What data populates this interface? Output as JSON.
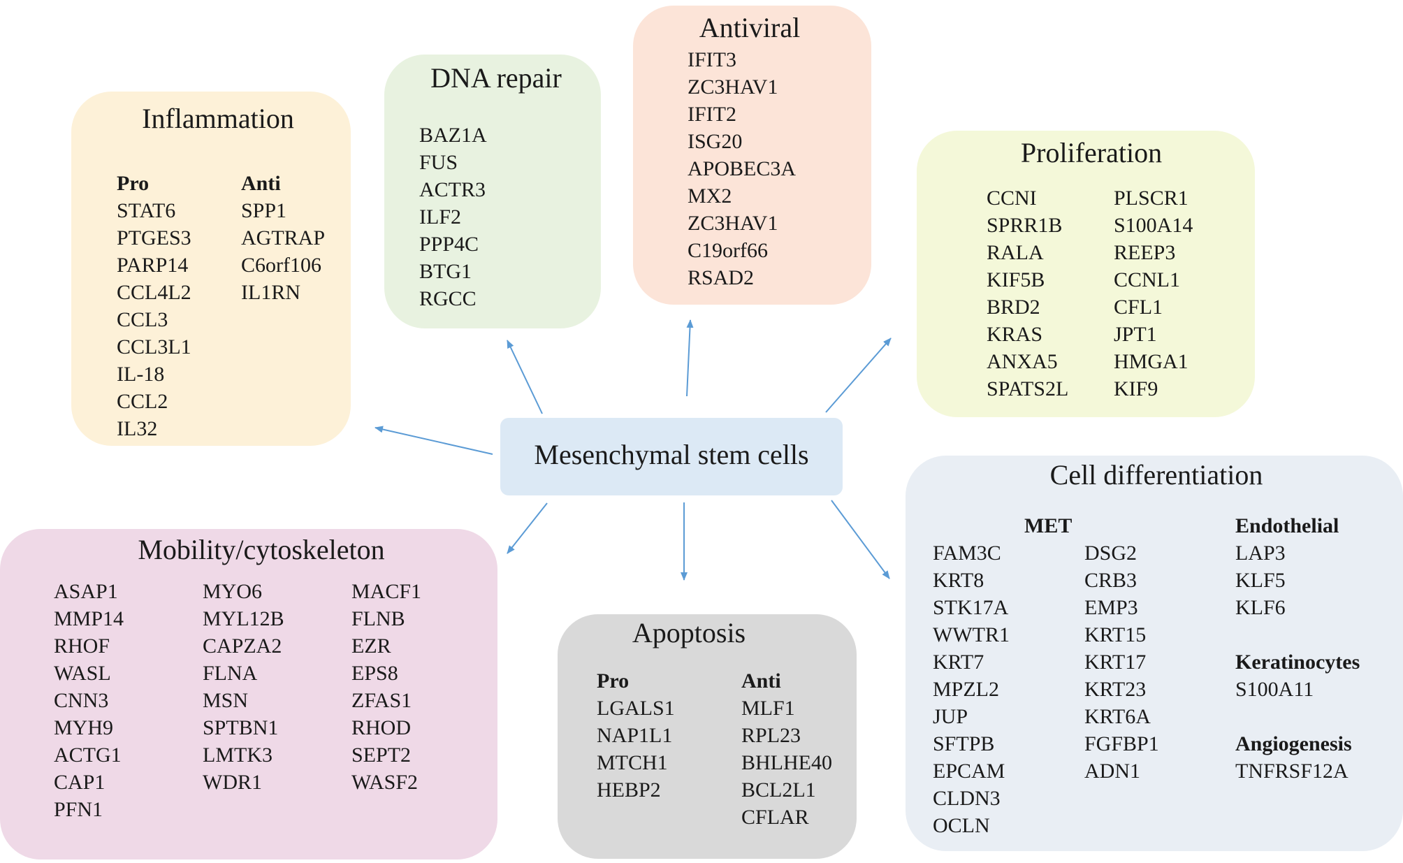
{
  "colors": {
    "inflammation": "#fdf1d8",
    "dna_repair": "#e8f2e0",
    "antiviral": "#fce4d8",
    "proliferation": "#f4f8d9",
    "mobility": "#efd9e7",
    "apoptosis": "#d9d9d9",
    "differentiation": "#e9eef4",
    "center": "#dce9f5",
    "arrow": "#5b9bd5"
  },
  "center": {
    "label": "Mesenchymal stem cells"
  },
  "inflammation": {
    "title": "Inflammation",
    "pro_header": "Pro",
    "pro": [
      "STAT6",
      "PTGES3",
      "PARP14",
      "CCL4L2",
      "CCL3",
      "CCL3L1",
      "IL-18",
      "CCL2",
      "IL32"
    ],
    "anti_header": "Anti",
    "anti": [
      "SPP1",
      "AGTRAP",
      "C6orf106",
      "IL1RN"
    ]
  },
  "dna_repair": {
    "title": "DNA repair",
    "genes": [
      "BAZ1A",
      "FUS",
      "ACTR3",
      "ILF2",
      "PPP4C",
      "BTG1",
      "RGCC"
    ]
  },
  "antiviral": {
    "title": "Antiviral",
    "genes": [
      "IFIT3",
      "ZC3HAV1",
      "IFIT2",
      "ISG20",
      "APOBEC3A",
      "MX2",
      "ZC3HAV1",
      "C19orf66",
      "RSAD2"
    ]
  },
  "proliferation": {
    "title": "Proliferation",
    "col1": [
      "CCNI",
      "SPRR1B",
      "RALA",
      "KIF5B",
      "BRD2",
      "KRAS",
      "ANXA5",
      "SPATS2L"
    ],
    "col2": [
      "PLSCR1",
      "S100A14",
      "REEP3",
      "CCNL1",
      "CFL1",
      "JPT1",
      "HMGA1",
      "KIF9"
    ]
  },
  "mobility": {
    "title": "Mobility/cytoskeleton",
    "col1": [
      "ASAP1",
      "MMP14",
      "RHOF",
      "WASL",
      "CNN3",
      "MYH9",
      "ACTG1",
      "CAP1",
      "PFN1"
    ],
    "col2": [
      "MYO6",
      "MYL12B",
      "CAPZA2",
      "FLNA",
      "MSN",
      "SPTBN1",
      "LMTK3",
      "WDR1"
    ],
    "col3": [
      "MACF1",
      "FLNB",
      "EZR",
      "EPS8",
      "ZFAS1",
      "RHOD",
      "SEPT2",
      "WASF2"
    ]
  },
  "apoptosis": {
    "title": "Apoptosis",
    "pro_header": "Pro",
    "pro": [
      "LGALS1",
      "NAP1L1",
      "MTCH1",
      "HEBP2"
    ],
    "anti_header": "Anti",
    "anti": [
      "MLF1",
      "RPL23",
      "BHLHE40",
      "BCL2L1",
      "CFLAR"
    ]
  },
  "differentiation": {
    "title": "Cell differentiation",
    "met_header": "MET",
    "met_col1": [
      "FAM3C",
      "KRT8",
      "STK17A",
      "WWTR1",
      "KRT7",
      "MPZL2",
      "JUP",
      "SFTPB",
      "EPCAM",
      "CLDN3",
      "OCLN"
    ],
    "met_col2": [
      "DSG2",
      "CRB3",
      "EMP3",
      "KRT15",
      "KRT17",
      "KRT23",
      "KRT6A",
      "FGFBP1",
      "ADN1"
    ],
    "endothelial_header": "Endothelial",
    "endothelial": [
      "LAP3",
      "KLF5",
      "KLF6"
    ],
    "keratinocytes_header": "Keratinocytes",
    "keratinocytes": [
      "S100A11"
    ],
    "angiogenesis_header": "Angiogenesis",
    "angiogenesis": [
      "TNFRSF12A"
    ]
  }
}
